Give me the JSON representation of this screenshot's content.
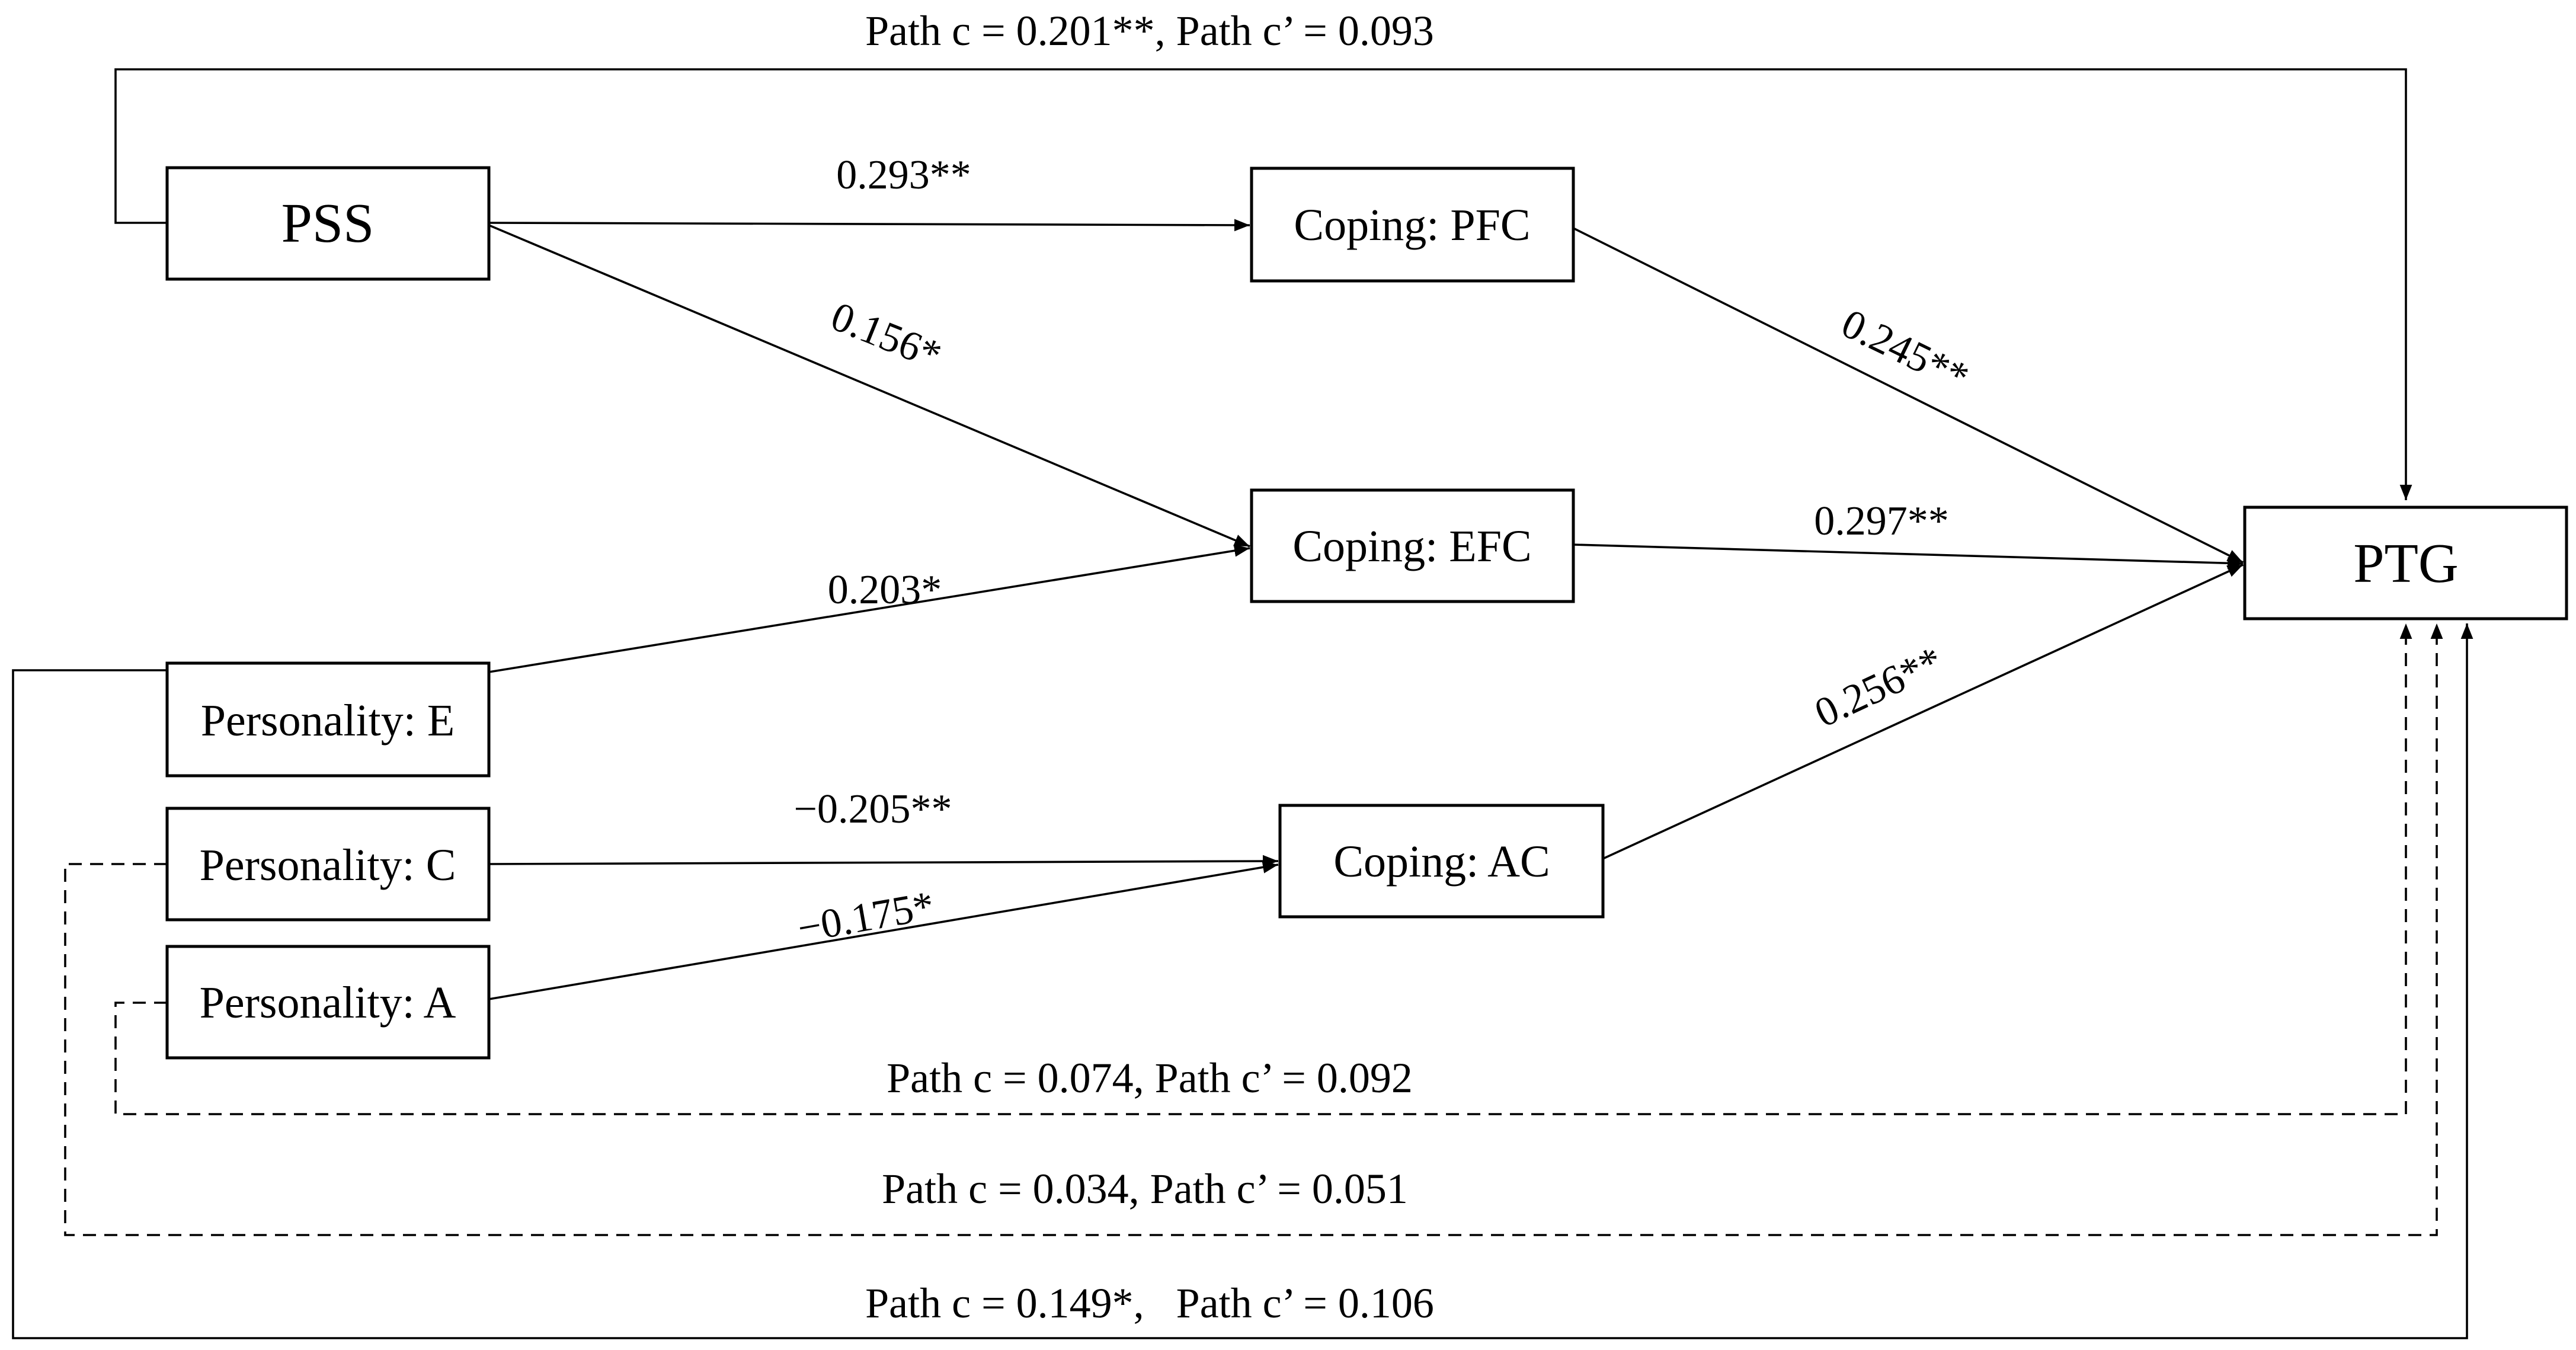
{
  "nodes": {
    "pss": "PSS",
    "coping_pfc": "Coping: PFC",
    "coping_efc": "Coping: EFC",
    "coping_ac": "Coping: AC",
    "ptg": "PTG",
    "personality_e": "Personality: E",
    "personality_c": "Personality: C",
    "personality_a": "Personality: A"
  },
  "edges": {
    "pss_to_pfc": "0.293**",
    "pss_to_efc": "0.156*",
    "pfc_to_ptg": "0.245**",
    "efc_to_ptg": "0.297**",
    "e_to_efc": "0.203*",
    "ac_to_ptg": "0.256**",
    "c_to_ac": "−0.205**",
    "a_to_ac": "−0.175*"
  },
  "paths": {
    "pss_total": "Path c = 0.201**, Path c’ = 0.093",
    "a_total": "Path c = 0.074, Path c’ = 0.092",
    "c_total": "Path c = 0.034, Path c’ = 0.051",
    "e_total": "Path c = 0.149*,   Path c’ = 0.106"
  },
  "line_styles": {
    "significant": "solid",
    "non_significant": "dashed"
  },
  "colors": {
    "stroke": "#000000",
    "background": "#ffffff"
  }
}
